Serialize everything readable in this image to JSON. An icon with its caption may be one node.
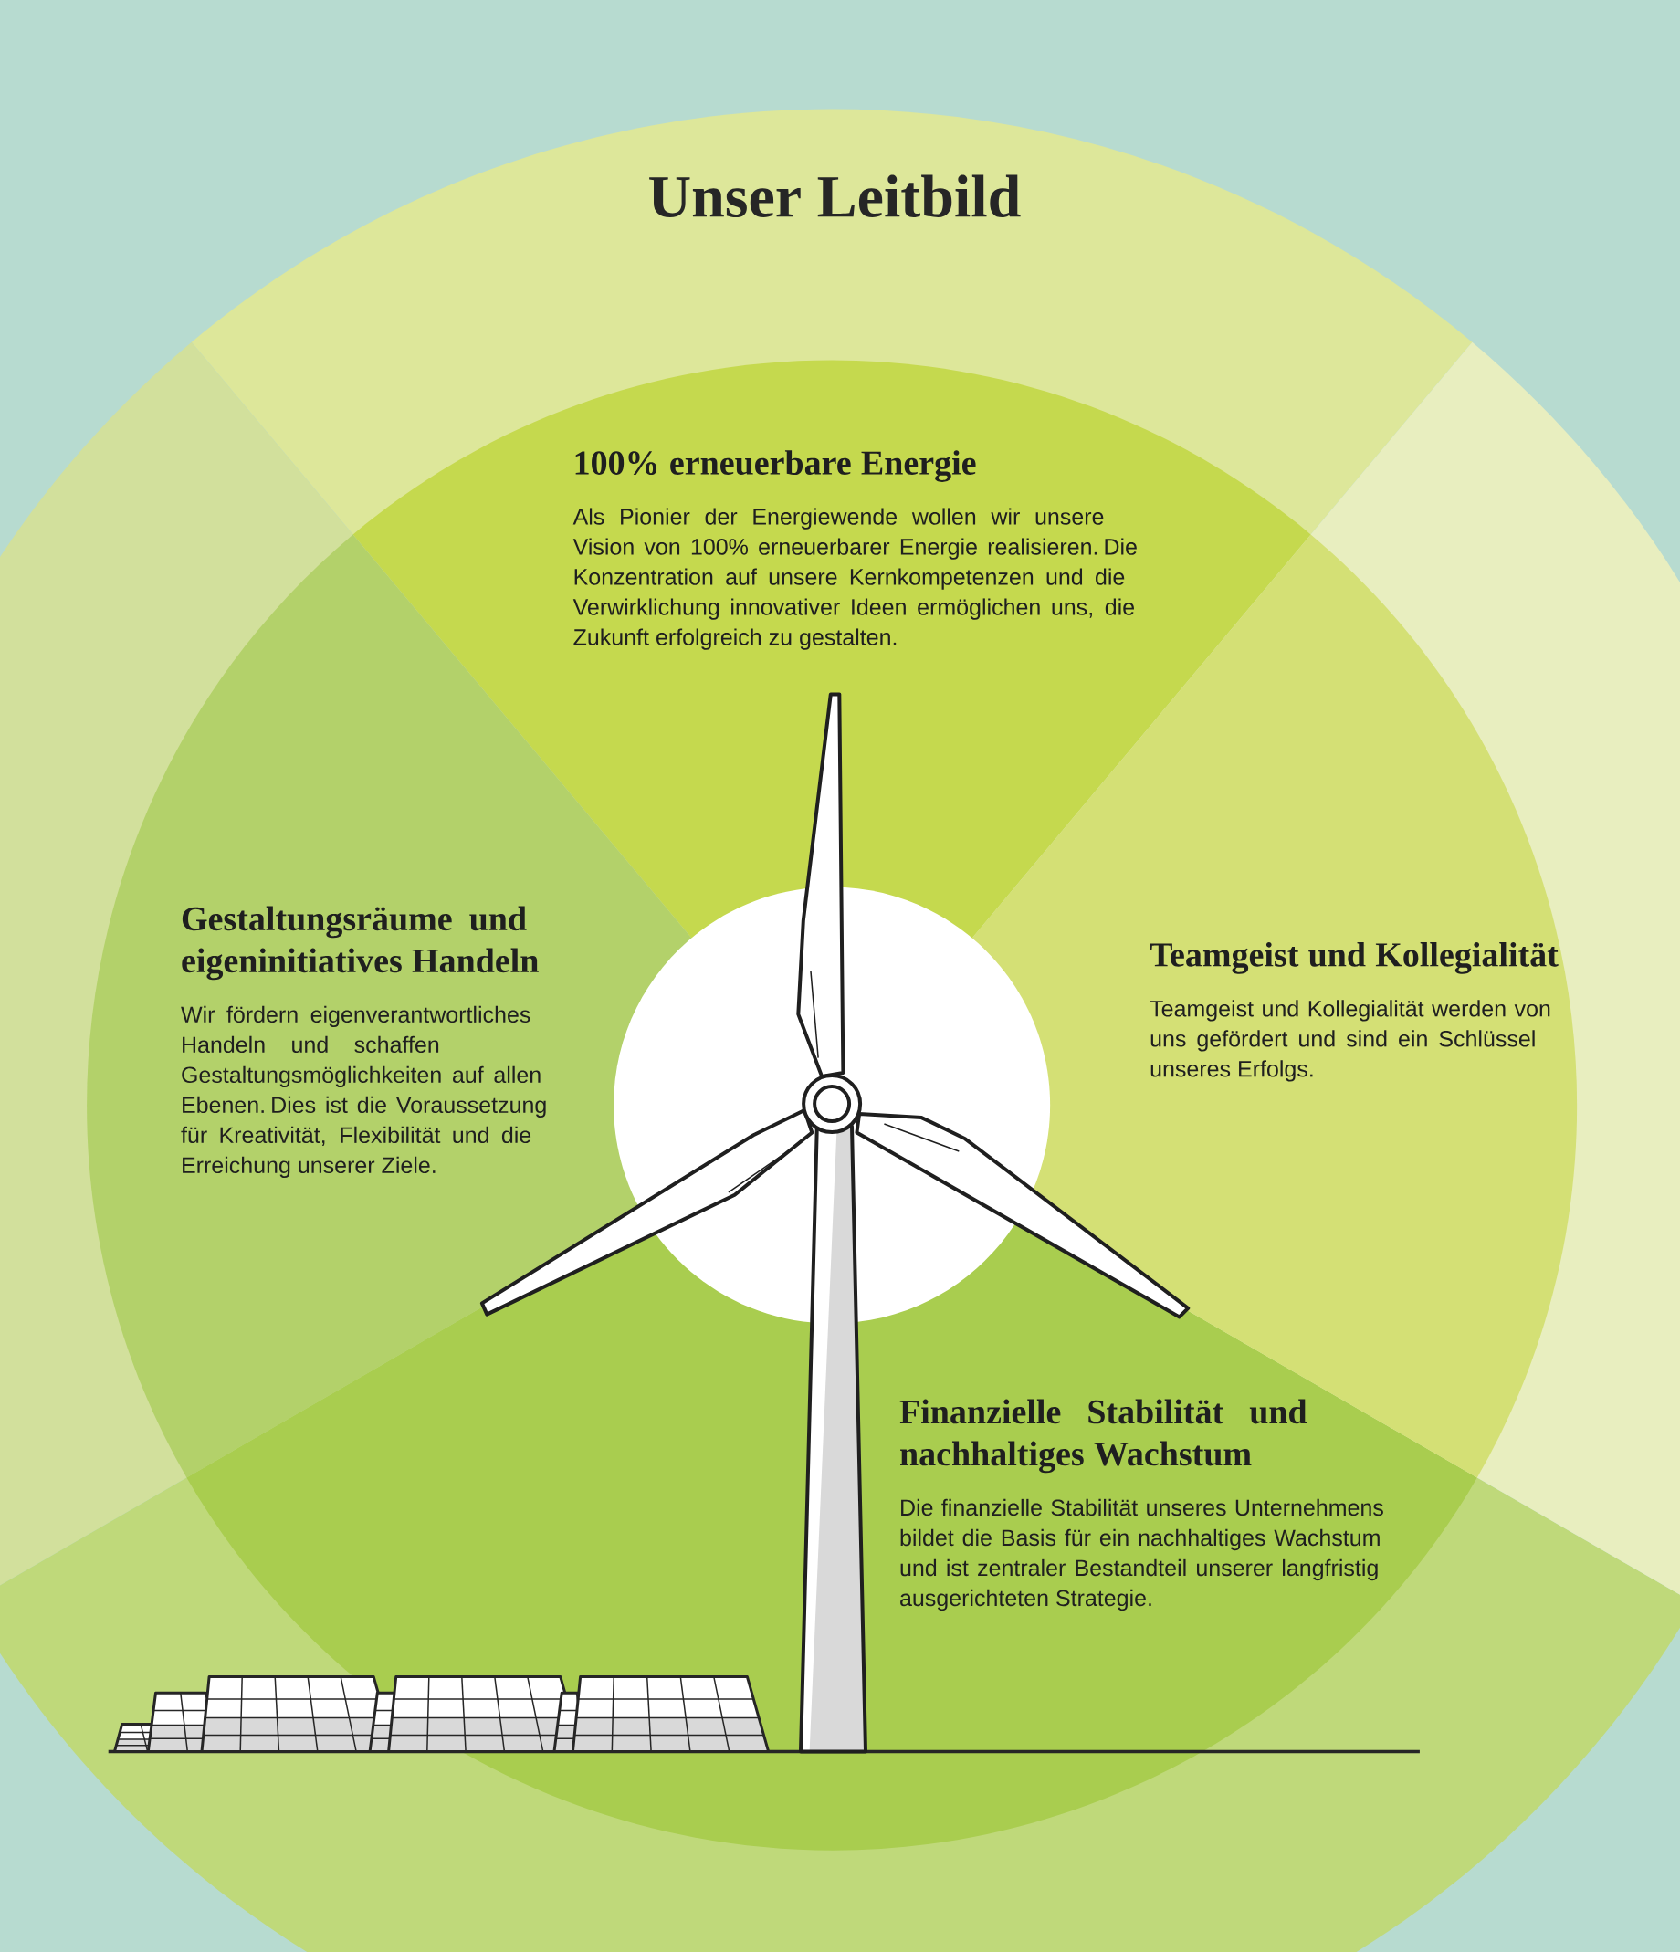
{
  "diagram": {
    "title": "Unser Leitbild",
    "nodes": [
      {
        "text": [
          "100% erneuerbare Energie",
          "Als Pionier der Energiewende wollen wir unsere Vision von 100% erneuerbarer Energie realisieren. Die Konzentration auf unsere Kernkompetenzen und die Verwirklichung innovativer Ideen ermöglichen uns, die Zukunft erfolgreich zu gestalten."
        ]
      },
      {
        "text": [
          "Gestaltungsräume und eigeninitiatives Handeln",
          "Wir fördern eigenverantwortliches Handeln und schaffen Gestaltungsmöglichkeiten auf allen Ebenen. Dies ist die Voraussetzung für Kreativität, Flexibilität und die Erreichung unserer Ziele."
        ]
      },
      {
        "text": [
          "Teamgeist und Kollegialität",
          "Teamgeist und Kollegialität werden von uns gefördert und sind ein Schlüssel unseres Erfolgs."
        ]
      },
      {
        "text": [
          "Finanzielle Stabilität und nachhaltiges Wachstum",
          "Die finanzielle Stabilität unseres Unternehmens bildet die Basis für ein nachhaltiges Wachstum und ist zentraler Bestandteil unserer langfristig ausgerichteten Strategie."
        ]
      }
    ]
  }
}
